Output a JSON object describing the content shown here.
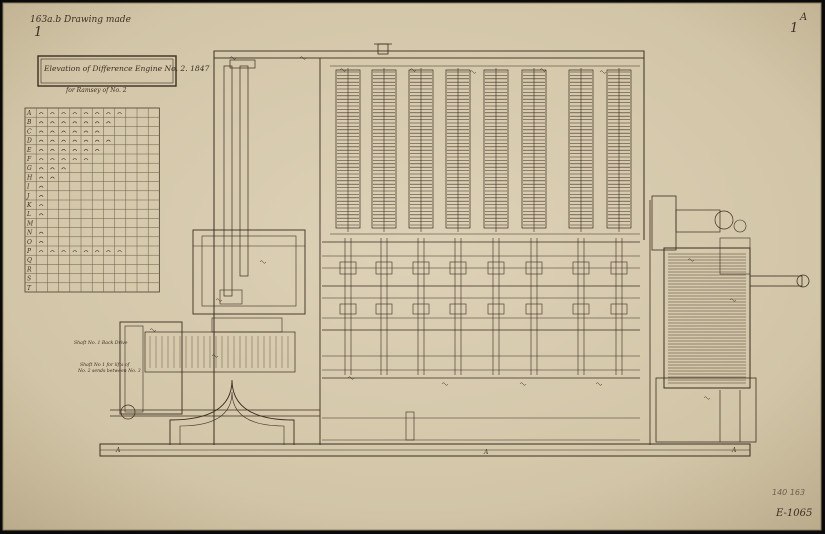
{
  "drawing": {
    "title_line1": "Elevation of Difference Engine No. 2. 1847",
    "title_line2": "for Ramsey of No. 2",
    "corner_top_left_number": "1",
    "corner_top_left_note": "163a.b  Drawing made",
    "corner_top_right_number": "1",
    "corner_top_right_letter": "A",
    "left_annotation_1": "Shaft No. 1 Back Drive",
    "left_annotation_2": "Shaft No 1 for lifts of",
    "left_annotation_3": "No. 2 sends between No. 3",
    "bottom_label_a1": "A",
    "bottom_label_a2": "A",
    "bottom_label_a3": "A",
    "museum_reference": "E-1065",
    "pencil_note": "140 163",
    "paper_color": "#d9cdb2",
    "ink_color": "#3a2e22"
  },
  "table": {
    "row_labels": [
      "A",
      "B",
      "C",
      "D",
      "E",
      "F",
      "G",
      "H",
      "I",
      "J",
      "K",
      "L",
      "M",
      "N",
      "O",
      "P",
      "Q",
      "R",
      "S",
      "T"
    ]
  }
}
